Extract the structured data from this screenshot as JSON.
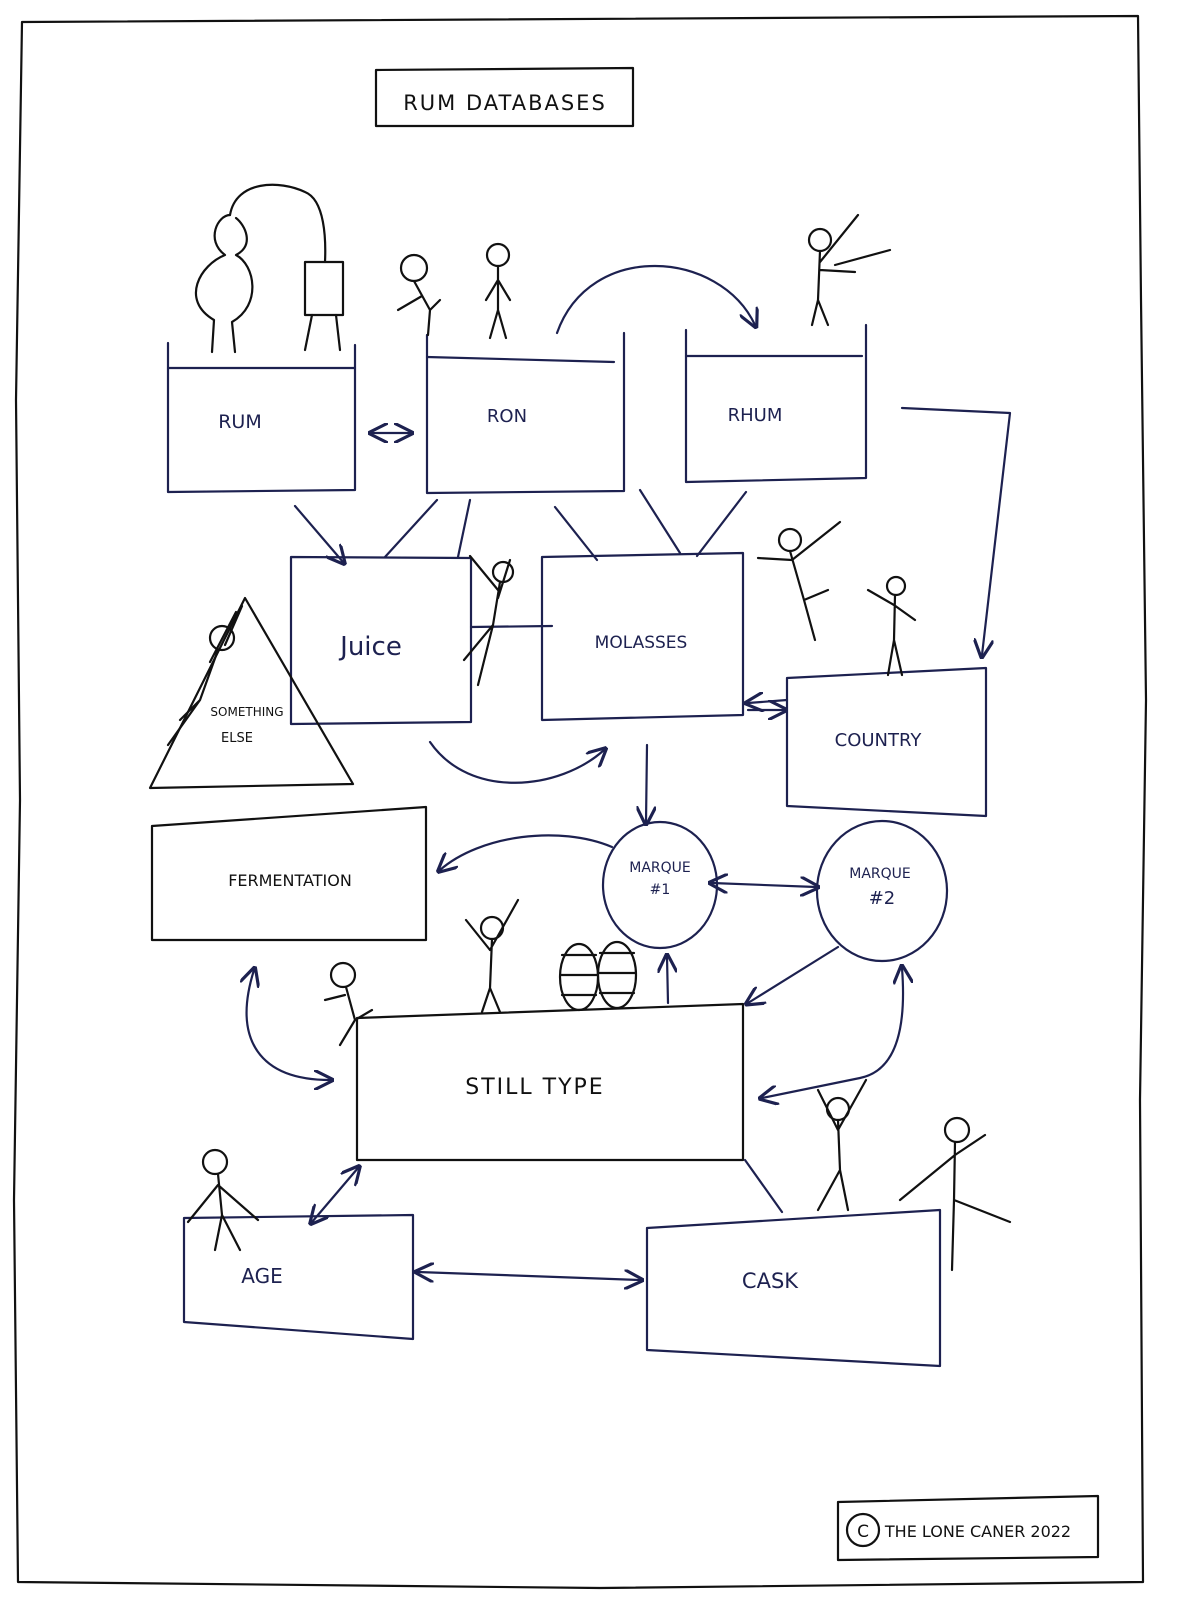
{
  "title": "RUM DATABASES",
  "colors": {
    "ink": "#1d2150",
    "paper": "#ffffff",
    "figure_ink": "#111111"
  },
  "nodes": {
    "rum": "RUM",
    "ron": "RON",
    "rhum": "RHUM",
    "juice": "Juice",
    "molasses": "MOLASSES",
    "something_else_line1": "SOMETHING",
    "something_else_line2": "ELSE",
    "country": "COUNTRY",
    "fermentation": "FERMENTATION",
    "marque1_line1": "MARQUE",
    "marque1_line2": "#1",
    "marque2_line1": "MARQUE",
    "marque2_line2": "#2",
    "still_type": "STILL TYPE",
    "age": "AGE",
    "cask": "CASK"
  },
  "footer": {
    "copyright_symbol": "C",
    "credit": "THE LONE CANER 2022"
  },
  "decorations": [
    "pot-still-drawing",
    "stick-figure",
    "barrel-icon",
    "hand-drawn-arrow"
  ]
}
